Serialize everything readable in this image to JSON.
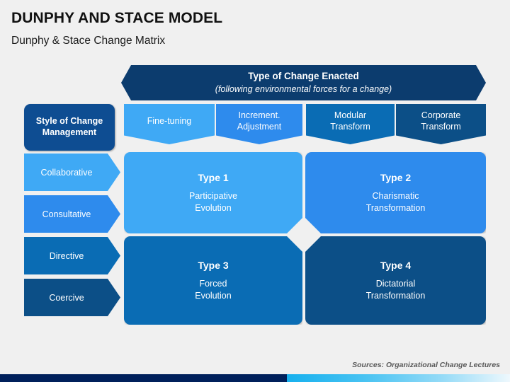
{
  "slide": {
    "title": "DUNPHY AND STACE MODEL",
    "subtitle": "Dunphy & Stace Change Matrix",
    "sources": "Sources: Organizational Change Lectures",
    "background_color": "#f0f0f0"
  },
  "banner": {
    "title": "Type of Change Enacted",
    "subtitle": "(following environmental forces for a change)",
    "color": "#0c3c6e"
  },
  "sidebar": {
    "title": "Style of Change Management",
    "title_color": "#0e4d92",
    "items": [
      {
        "label": "Collaborative",
        "color": "#3fa9f5"
      },
      {
        "label": "Consultative",
        "color": "#2e8bed"
      },
      {
        "label": "Directive",
        "color": "#0a6cb4"
      },
      {
        "label": "Coercive",
        "color": "#0c4f87"
      }
    ]
  },
  "columns": [
    {
      "label": "Fine-tuning",
      "color": "#3fa9f5"
    },
    {
      "label": "Increment. Adjustment",
      "line1": "Increment.",
      "line2": "Adjustment",
      "color": "#2e8bed"
    },
    {
      "label": "Modular Transform",
      "line1": "Modular",
      "line2": "Transform",
      "color": "#0a6cb4"
    },
    {
      "label": "Corporate Transform",
      "line1": "Corporate",
      "line2": "Transform",
      "color": "#0c4f87"
    }
  ],
  "quadrants": [
    {
      "title": "Type 1",
      "line1": "Participative",
      "line2": "Evolution",
      "color": "#3fa9f5"
    },
    {
      "title": "Type 2",
      "line1": "Charismatic",
      "line2": "Transformation",
      "color": "#2e8bed"
    },
    {
      "title": "Type 3",
      "line1": "Forced",
      "line2": "Evolution",
      "color": "#0a6cb4"
    },
    {
      "title": "Type 4",
      "line1": "Dictatorial",
      "line2": "Transformation",
      "color": "#0c4f87"
    }
  ],
  "bottom_bar": {
    "navy_color": "#00205b",
    "gradient_from": "#17b0ee",
    "gradient_to": "#eef8fd"
  }
}
